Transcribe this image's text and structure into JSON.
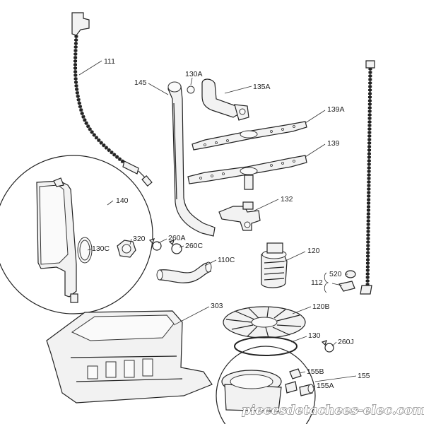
{
  "diagram": {
    "parts": {
      "p111": "111",
      "p130A": "130A",
      "p135A": "135A",
      "p145": "145",
      "p139A": "139A",
      "p139": "139",
      "p140": "140",
      "p132": "132",
      "p320": "320",
      "p260A": "260A",
      "p130C": "130C",
      "p260C": "260C",
      "p110C": "110C",
      "p120": "120",
      "p520": "520",
      "p112": "112",
      "p303": "303",
      "p120B": "120B",
      "p130": "130",
      "p260J": "260J",
      "p155B": "155B",
      "p155": "155",
      "p155A": "155A"
    },
    "watermark": "piecesdetachees-elec.com"
  }
}
